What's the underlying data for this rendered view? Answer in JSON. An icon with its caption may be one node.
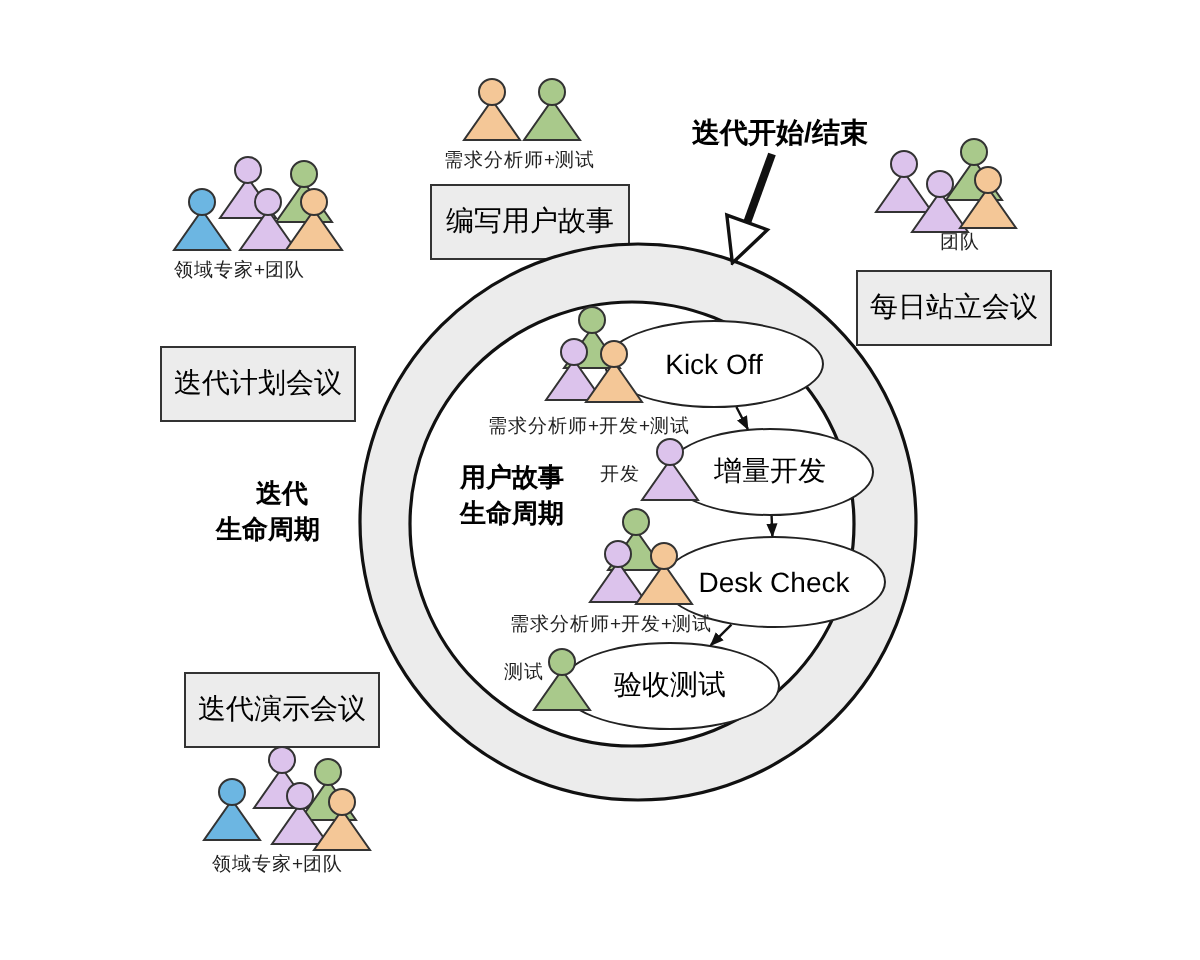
{
  "diagram": {
    "nodes": [
      {
        "text": [
          "编写用户故事"
        ],
        "beside": [
          "需求分析师+测试"
        ]
      },
      {
        "text": [
          "每日站立会议"
        ],
        "beside": [
          "团队"
        ]
      },
      {
        "text": [
          "迭代计划会议"
        ],
        "beside": [
          "领域专家+团队"
        ]
      },
      {
        "text": [
          "迭代演示会议"
        ]
      },
      {
        "text": [
          "迭代生命周期"
        ]
      },
      {
        "text": [
          "用户故事生命周期"
        ],
        "in": 4
      },
      {
        "text": [
          "Kick Off"
        ],
        "beside": [
          "需求分析师+开发+测试"
        ],
        "in": 5
      },
      {
        "text": [
          "增量开发"
        ],
        "in": 5
      },
      {
        "text": [
          "Desk Check"
        ],
        "beside": [
          "需求分析师+开发+测试"
        ],
        "in": 5
      },
      {
        "text": [
          "验收测试"
        ],
        "in": 5
      },
      {
        "text": [
          "迭代开始/结束"
        ]
      }
    ],
    "edges": [
      {
        "from": 6,
        "to": 7,
        "arrow": "to"
      },
      {
        "from": 7,
        "to": 8,
        "arrow": "to"
      },
      {
        "from": 8,
        "to": 9,
        "arrow": "to"
      },
      {
        "from": 10,
        "to": 4,
        "arrow": "to",
        "style": "thick"
      }
    ],
    "labels": [
      "开发",
      "测试",
      "领域专家+团队"
    ]
  }
}
